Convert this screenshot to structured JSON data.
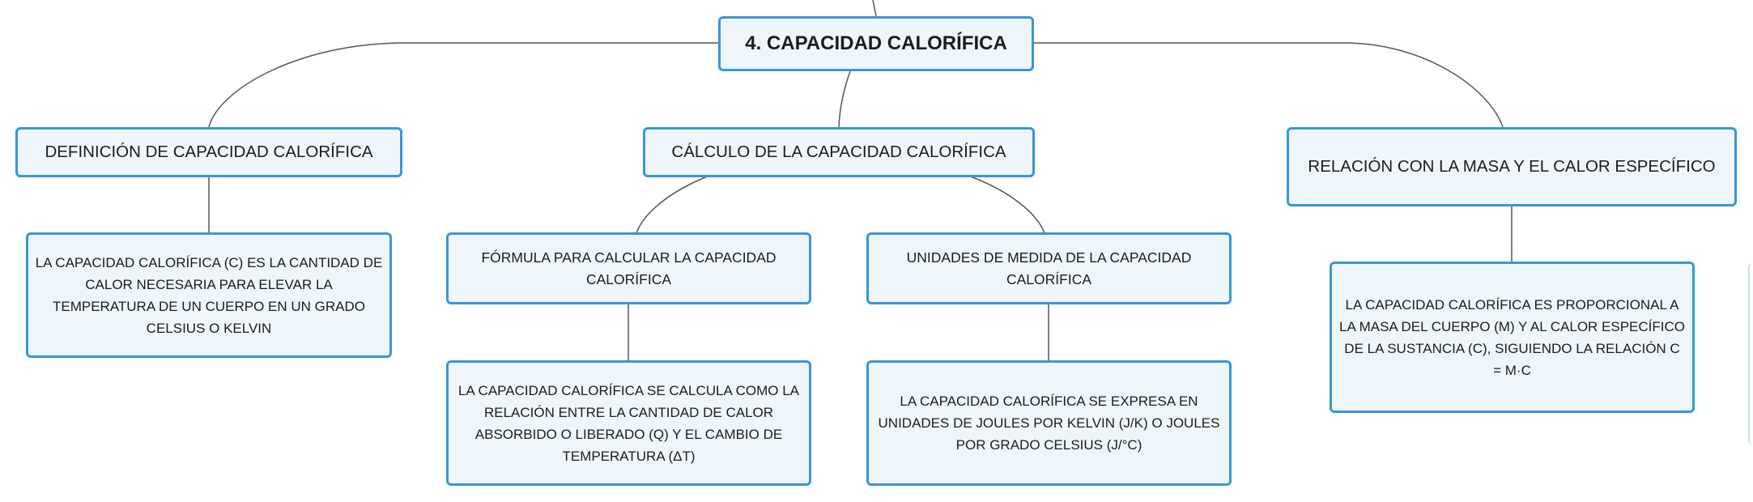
{
  "central": {
    "label": "4. CAPACIDAD CALORÍFICA"
  },
  "branches": {
    "definicion": {
      "label": "DEFINICIÓN DE CAPACIDAD CALORÍFICA",
      "detail": "LA CAPACIDAD CALORÍFICA (C) ES LA CANTIDAD DE CALOR NECESARIA PARA ELEVAR LA TEMPERATURA DE UN CUERPO EN UN GRADO CELSIUS O KELVIN"
    },
    "calculo": {
      "label": "CÁLCULO DE LA CAPACIDAD CALORÍFICA",
      "formula": {
        "label": "FÓRMULA PARA CALCULAR LA CAPACIDAD CALORÍFICA",
        "detail": "LA CAPACIDAD CALORÍFICA SE CALCULA COMO LA RELACIÓN ENTRE LA CANTIDAD DE CALOR ABSORBIDO O LIBERADO (Q) Y EL CAMBIO DE TEMPERATURA (ΔT)"
      },
      "unidades": {
        "label": "UNIDADES DE MEDIDA DE LA CAPACIDAD CALORÍFICA",
        "detail": "LA CAPACIDAD CALORÍFICA SE EXPRESA EN UNIDADES DE JOULES POR KELVIN (J/K) O JOULES POR GRADO CELSIUS (J/°C)"
      }
    },
    "relacion": {
      "label": "RELACIÓN CON LA MASA Y EL CALOR ESPECÍFICO",
      "detail": "LA CAPACIDAD CALORÍFICA ES PROPORCIONAL A LA MASA DEL CUERPO (M) Y AL CALOR ESPECÍFICO DE LA SUSTANCIA (C), SIGUIENDO LA RELACIÓN C = M·C"
    }
  },
  "colors": {
    "node_border": "#3a96d6",
    "node_fill": "#eef6fc",
    "connector": "#555555",
    "text": "#1c1c1c"
  }
}
